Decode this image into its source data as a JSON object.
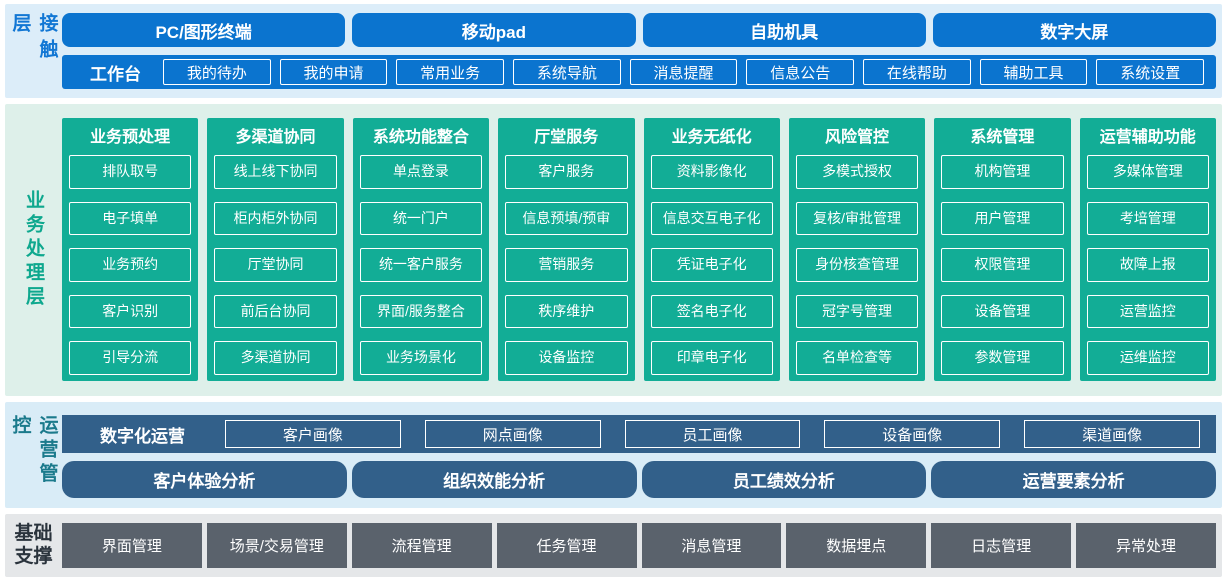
{
  "colors": {
    "accent_blue": "#0b74cf",
    "light_blue_bg": "#dcedf9",
    "teal_green": "#12ad96",
    "light_green_bg": "#def0ea",
    "steel_blue": "#32608a",
    "light_blue_bg2": "#d9ecf7",
    "dark_gray": "#5a626c",
    "light_gray_bg": "#e5e7e9"
  },
  "layers": {
    "contact": {
      "label": "接触层",
      "terminals": [
        "PC/图形终端",
        "移动pad",
        "自助机具",
        "数字大屏"
      ],
      "workbench": {
        "label": "工作台",
        "items": [
          "我的待办",
          "我的申请",
          "常用业务",
          "系统导航",
          "消息提醒",
          "信息公告",
          "在线帮助",
          "辅助工具",
          "系统设置"
        ]
      }
    },
    "business": {
      "label": "业务处理层",
      "columns": [
        {
          "title": "业务预处理",
          "items": [
            "排队取号",
            "电子填单",
            "业务预约",
            "客户识别",
            "引导分流"
          ]
        },
        {
          "title": "多渠道协同",
          "items": [
            "线上线下协同",
            "柜内柜外协同",
            "厅堂协同",
            "前后台协同",
            "多渠道协同"
          ]
        },
        {
          "title": "系统功能整合",
          "items": [
            "单点登录",
            "统一门户",
            "统一客户服务",
            "界面/服务整合",
            "业务场景化"
          ]
        },
        {
          "title": "厅堂服务",
          "items": [
            "客户服务",
            "信息预填/预审",
            "营销服务",
            "秩序维护",
            "设备监控"
          ]
        },
        {
          "title": "业务无纸化",
          "items": [
            "资料影像化",
            "信息交互电子化",
            "凭证电子化",
            "签名电子化",
            "印章电子化"
          ]
        },
        {
          "title": "风险管控",
          "items": [
            "多模式授权",
            "复核/审批管理",
            "身份核查管理",
            "冠字号管理",
            "名单检查等"
          ]
        },
        {
          "title": "系统管理",
          "items": [
            "机构管理",
            "用户管理",
            "权限管理",
            "设备管理",
            "参数管理"
          ]
        },
        {
          "title": "运营辅助功能",
          "items": [
            "多媒体管理",
            "考培管理",
            "故障上报",
            "运营监控",
            "运维监控"
          ]
        }
      ]
    },
    "operation": {
      "label": "运营管控",
      "digital": {
        "label": "数字化运营",
        "items": [
          "客户画像",
          "网点画像",
          "员工画像",
          "设备画像",
          "渠道画像"
        ]
      },
      "analysis": [
        "客户体验分析",
        "组织效能分析",
        "员工绩效分析",
        "运营要素分析"
      ]
    },
    "foundation": {
      "label": "基础支撑",
      "items": [
        "界面管理",
        "场景/交易管理",
        "流程管理",
        "任务管理",
        "消息管理",
        "数据埋点",
        "日志管理",
        "异常处理"
      ]
    }
  }
}
